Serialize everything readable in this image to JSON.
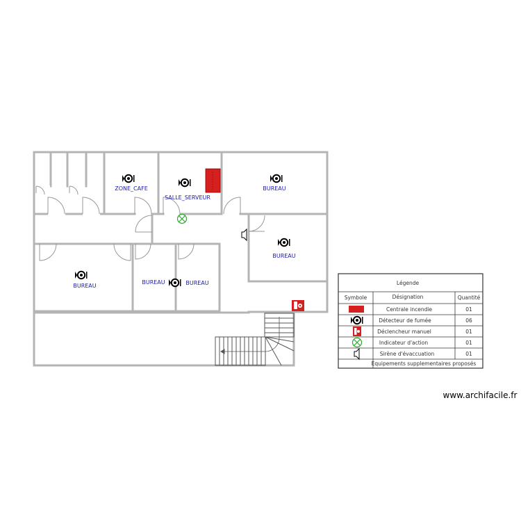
{
  "rooms": {
    "zone_cafe": "ZONE_CAFE",
    "salle_serveur": "SALLE_SERVEUR",
    "bureau_top_right": "BUREAU",
    "bureau_right": "BUREAU",
    "bureau_left": "BUREAU",
    "bureau_mid_a": "BUREAU",
    "bureau_mid_b": "BUREAU"
  },
  "legend": {
    "title": "Légende",
    "headers": {
      "symbol": "Symbole",
      "designation": "Désignation",
      "quantity": "Quantité"
    },
    "rows": [
      {
        "icon": "fire-control-panel-icon",
        "designation": "Centrale incendie",
        "quantity": "01"
      },
      {
        "icon": "smoke-detector-icon",
        "designation": "Détecteur de fumée",
        "quantity": "06"
      },
      {
        "icon": "manual-call-point-icon",
        "designation": "Déclencheur manuel",
        "quantity": "01"
      },
      {
        "icon": "action-indicator-icon",
        "designation": "Indicateur d'action",
        "quantity": "01"
      },
      {
        "icon": "evacuation-siren-icon",
        "designation": "Sirène d'évaccuation",
        "quantity": "01"
      }
    ],
    "footer": "Equipements supplementaires proposés"
  },
  "watermark": "www.archifacile.fr",
  "colors": {
    "wall": "#b4b4b4",
    "room_label": "#1a1aa8",
    "alarm_red": "#d62020",
    "indicator_green": "#2ea82e"
  }
}
